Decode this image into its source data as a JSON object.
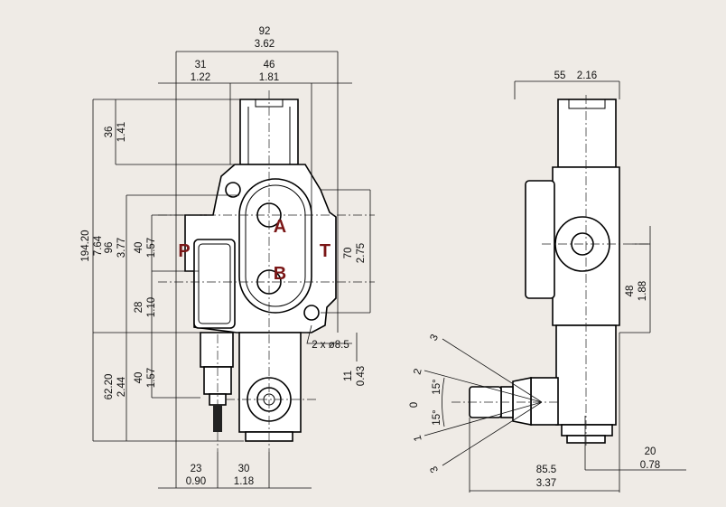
{
  "title": "Hydraulic directional control valve dimensional drawing",
  "front_view": {
    "ports": {
      "p": "P",
      "a": "A",
      "b": "B",
      "t": "T"
    },
    "dims": {
      "overall_width": {
        "mm": "92",
        "in": "3.62"
      },
      "left_offset": {
        "mm": "31",
        "in": "1.22"
      },
      "body_width": {
        "mm": "46",
        "in": "1.81"
      },
      "cap_height": {
        "mm": "36",
        "in": "1.41"
      },
      "overall_height": {
        "mm": "194.20",
        "in": "7.64"
      },
      "body_height": {
        "mm": "96",
        "in": "3.77"
      },
      "p_port_height": {
        "mm": "40",
        "in": "1.57"
      },
      "p_port_bottom": {
        "mm": "28",
        "in": "1.10"
      },
      "lower_height": {
        "mm": "62.20",
        "in": "2.44"
      },
      "lower_spool": {
        "mm": "40",
        "in": "1.57"
      },
      "mount_spacing": {
        "mm": "70",
        "in": "2.75"
      },
      "mount_offset": {
        "mm": "11",
        "in": "0.43"
      },
      "holes": "2 x ø8.5",
      "bottom_left": {
        "mm": "23",
        "in": "0.90"
      },
      "bottom_right": {
        "mm": "30",
        "in": "1.18"
      }
    }
  },
  "side_view": {
    "dims": {
      "top_width": {
        "mm": "55",
        "in": "2.16"
      },
      "port_height": {
        "mm": "48",
        "in": "1.88"
      },
      "lever_reach": {
        "mm": "85.5",
        "in": "3.37"
      },
      "side_offset": {
        "mm": "20",
        "in": "0.78"
      }
    },
    "lever_positions": [
      "3",
      "2",
      "0",
      "1",
      "3"
    ],
    "angles": [
      "15°",
      "15°"
    ]
  }
}
